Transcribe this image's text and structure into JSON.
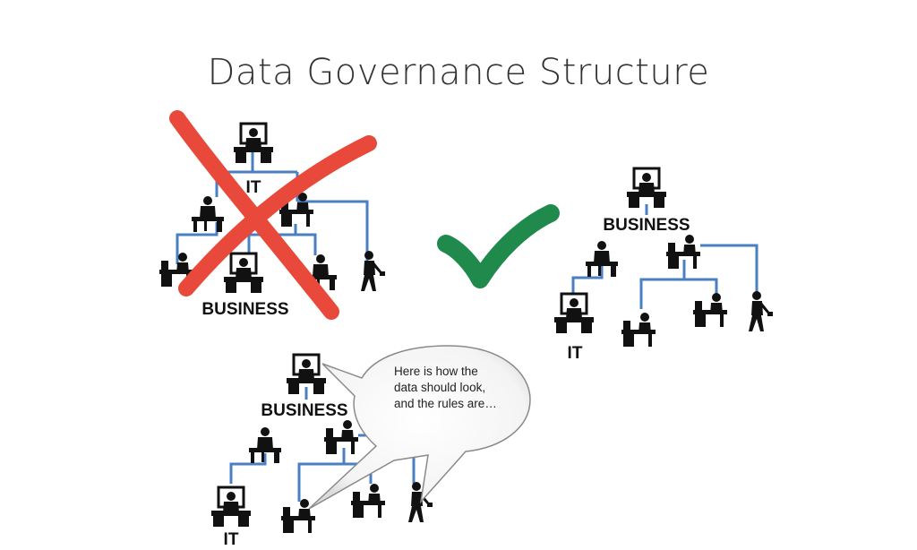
{
  "slide": {
    "title": "Data Governance Structure"
  },
  "diagrams": {
    "wrong_structure": {
      "top_label": "IT",
      "bottom_label": "BUSINESS",
      "mark": "red-x-icon"
    },
    "right_structure": {
      "top_label": "BUSINESS",
      "bottom_label": "IT",
      "mark": "green-check-icon"
    },
    "speaking_structure": {
      "top_label": "BUSINESS",
      "bottom_label": "IT",
      "speech_bubble": "Here is how the data should look, and the rules are…"
    }
  },
  "colors": {
    "connector": "#4a7fc1",
    "cross": "#e8493a",
    "check": "#1f8a4c",
    "label": "#111111"
  }
}
